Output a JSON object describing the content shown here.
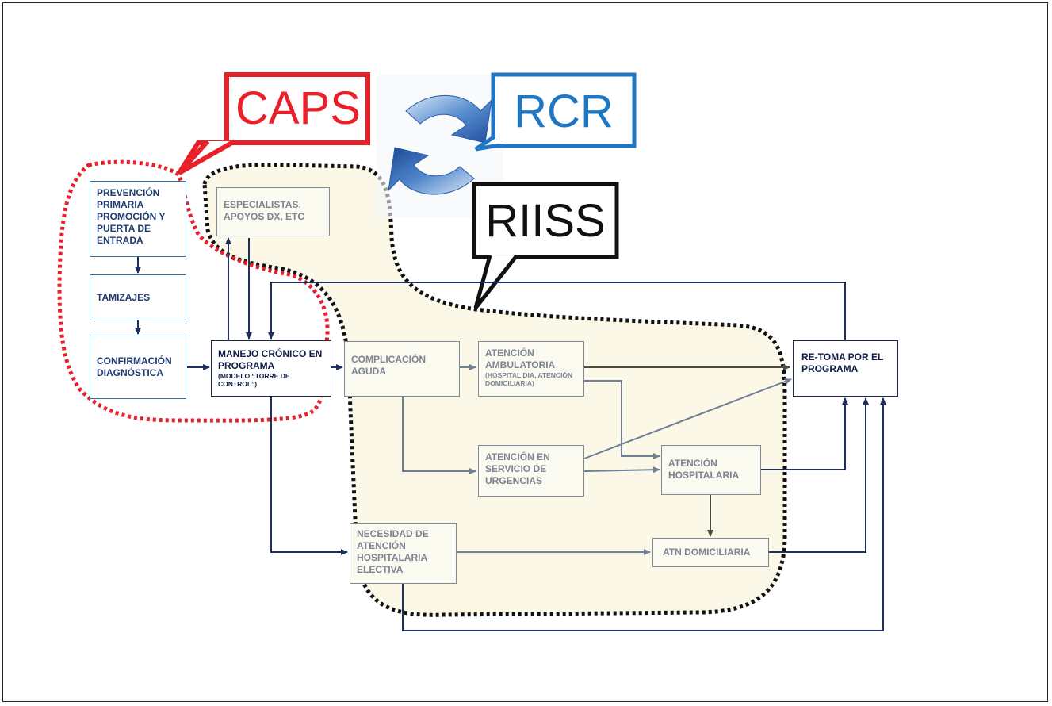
{
  "labels": {
    "caps": "CAPS",
    "rcr": "RCR",
    "riiss": "RIISS"
  },
  "nodes": {
    "prevencion": "PREVENCIÓN PRIMARIA PROMOCIÓN Y PUERTA DE ENTRADA",
    "tamizajes": "TAMIZAJES",
    "confirmacion": "CONFIRMACIÓN DIAGNÓSTICA",
    "especialistas": "ESPECIALISTAS, APOYOS DX, ETC",
    "manejo": "MANEJO CRÓNICO EN PROGRAMA",
    "manejo_sub": "(MODELO “TORRE DE CONTROL”)",
    "complicacion": "COMPLICACIÓN AGUDA",
    "ambulatoria": "ATENCIÓN AMBULATORIA",
    "ambulatoria_sub": "(HOSPITAL DIA, ATENCIÓN DOMICILIARIA)",
    "urgencias": "ATENCIÓN EN SERVICIO DE URGENCIAS",
    "hospitalaria": "ATENCIÓN HOSPITALARIA",
    "necesidad": "NECESIDAD DE ATENCIÓN HOSPITALARIA ELECTIVA",
    "domiciliaria": "ATN DOMICILIARIA",
    "retoma": "RE-TOMA POR EL PROGRAMA"
  },
  "colors": {
    "caps": "#e8202a",
    "rcr": "#1f77c4",
    "riiss": "#111111",
    "region_fill": "#fbf8e8",
    "arrow_dark": "#1c2f5e",
    "arrow_gray": "#6f7f95",
    "arrow_olive": "#4a4a40"
  },
  "icons": [
    "cycle-arrows-icon"
  ]
}
